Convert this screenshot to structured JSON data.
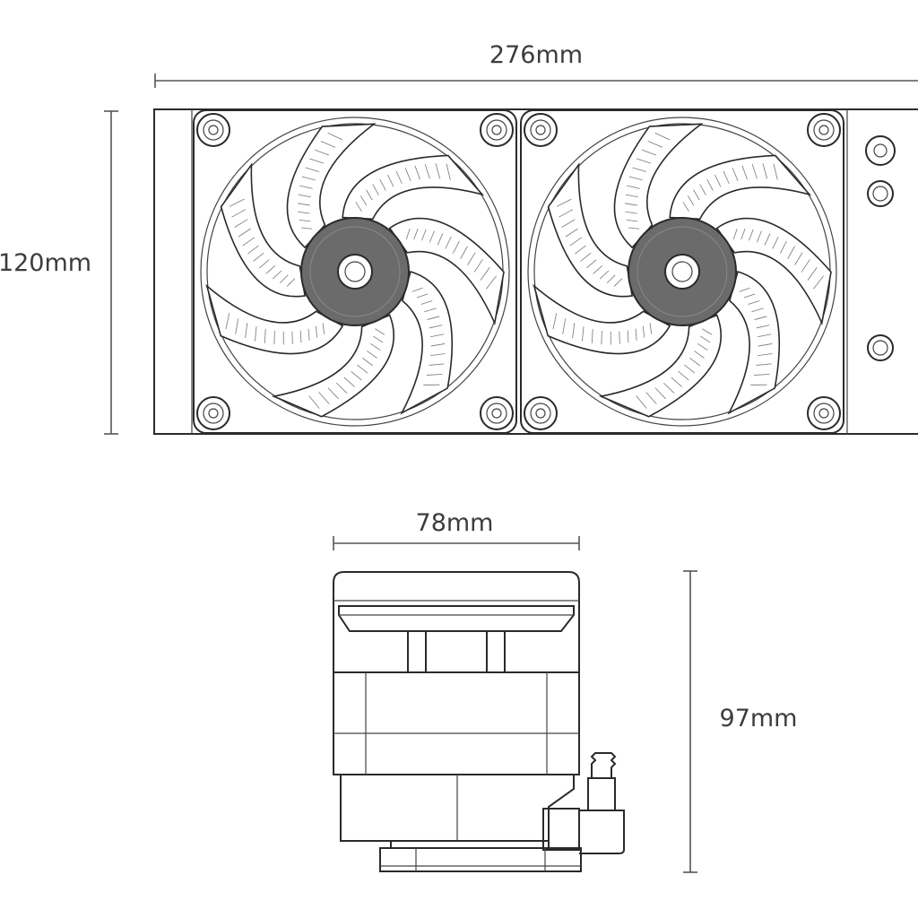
{
  "dimensions": {
    "radiator_width": "276mm",
    "radiator_height": "120mm",
    "pump_width": "78mm",
    "pump_height": "97mm"
  },
  "colors": {
    "line": "#2a2a2a",
    "dimension": "#555555",
    "text": "#3c3c3c",
    "hub": "#6b6b6b",
    "background": "#ffffff"
  },
  "icons": {
    "fan": "fan-icon",
    "pump": "pump-block-icon"
  }
}
